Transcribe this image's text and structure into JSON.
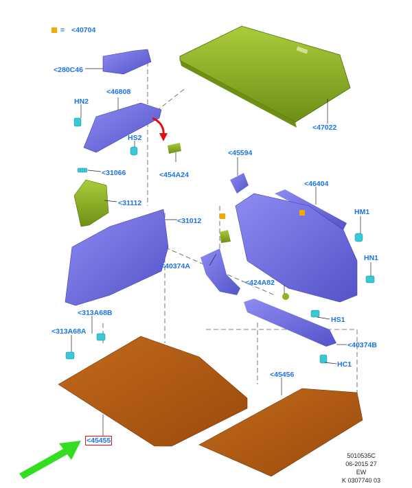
{
  "legend": {
    "equals": "=",
    "code": "<40704",
    "marker_color": "#f5a800"
  },
  "labels": {
    "l_280C46": "<280C46",
    "l_46808": "<46808",
    "l_HN2": "HN2",
    "l_HS2": "HS2",
    "l_454A24": "<454A24",
    "l_31066": "<31066",
    "l_31112": "<31112",
    "l_31012": "<31012",
    "l_47022": "<47022",
    "l_45594": "<45594",
    "l_46404": "<46404",
    "l_HM1": "HM1",
    "l_HN1": "HN1",
    "l_40374A": "<40374A",
    "l_424A82": "<424A82",
    "l_HS1": "HS1",
    "l_313A68B": "<313A68B",
    "l_313A68A": "<313A68A",
    "l_40374B": "<40374B",
    "l_HC1": "HC1",
    "l_45456": "<45456",
    "l_45455": "<45455"
  },
  "footer": {
    "line1": "5010535C",
    "line2": "06-2015 27",
    "line3": "EW",
    "line4": "K 0307740 03"
  },
  "colors": {
    "label": "#1a73e8",
    "olive": "#8cb523",
    "trim_blue": "#6f6ee6",
    "carpet_brown": "#b35a12",
    "clip_cyan": "#38c8d6",
    "highlight_red": "#e01010",
    "arrow_green": "#33dd22"
  }
}
